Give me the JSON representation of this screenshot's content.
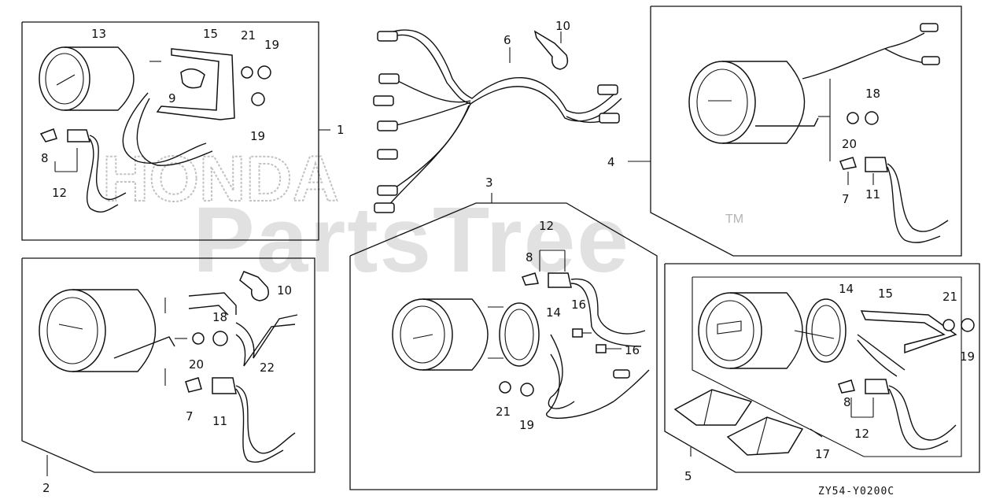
{
  "watermark": {
    "brand": "PartsTree",
    "trademark": "TM",
    "ghost_text": "HONDA"
  },
  "diagram_code": "ZY54-Y0200C",
  "callouts": {
    "g1": [
      "13",
      "15",
      "21",
      "19",
      "9",
      "19",
      "1",
      "8",
      "12"
    ],
    "harness": [
      "6",
      "10",
      "3"
    ],
    "g4": [
      "4",
      "18",
      "20",
      "7",
      "11"
    ],
    "g2": [
      "10",
      "18",
      "20",
      "22",
      "7",
      "11",
      "2"
    ],
    "g3": [
      "12",
      "8",
      "14",
      "16",
      "16",
      "21",
      "19"
    ],
    "g5": [
      "14",
      "15",
      "21",
      "19",
      "8",
      "12",
      "17",
      "5"
    ]
  }
}
